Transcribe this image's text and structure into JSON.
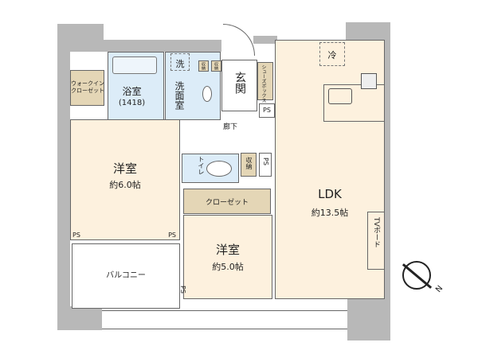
{
  "rooms": {
    "walkin_closet": "ウォークイン\nクローゼット",
    "walkin_closet_l1": "ウォークイン",
    "walkin_closet_l2": "クローゼット",
    "bath": "浴室",
    "bath_size": "(1418)",
    "washer": "洗",
    "washroom": "洗面室",
    "storage": "収納",
    "entrance": "玄関",
    "shoe_box": "シューズボックス",
    "ps": "PS",
    "corridor": "廊下",
    "toilet": "トイレ",
    "western1": "洋室",
    "western1_size": "約6.0帖",
    "closet": "クローゼット",
    "western2": "洋室",
    "western2_size": "約5.0帖",
    "balcony": "バルコニー",
    "ldk": "LDK",
    "ldk_size": "約13.5帖",
    "fridge": "冷",
    "tv_board": "TVボード"
  },
  "compass": {
    "label": "N"
  },
  "colors": {
    "living": "#fdf1de",
    "wet": "#dcecf8",
    "storage": "#e4d6b6",
    "wall": "#b8b8b8"
  }
}
